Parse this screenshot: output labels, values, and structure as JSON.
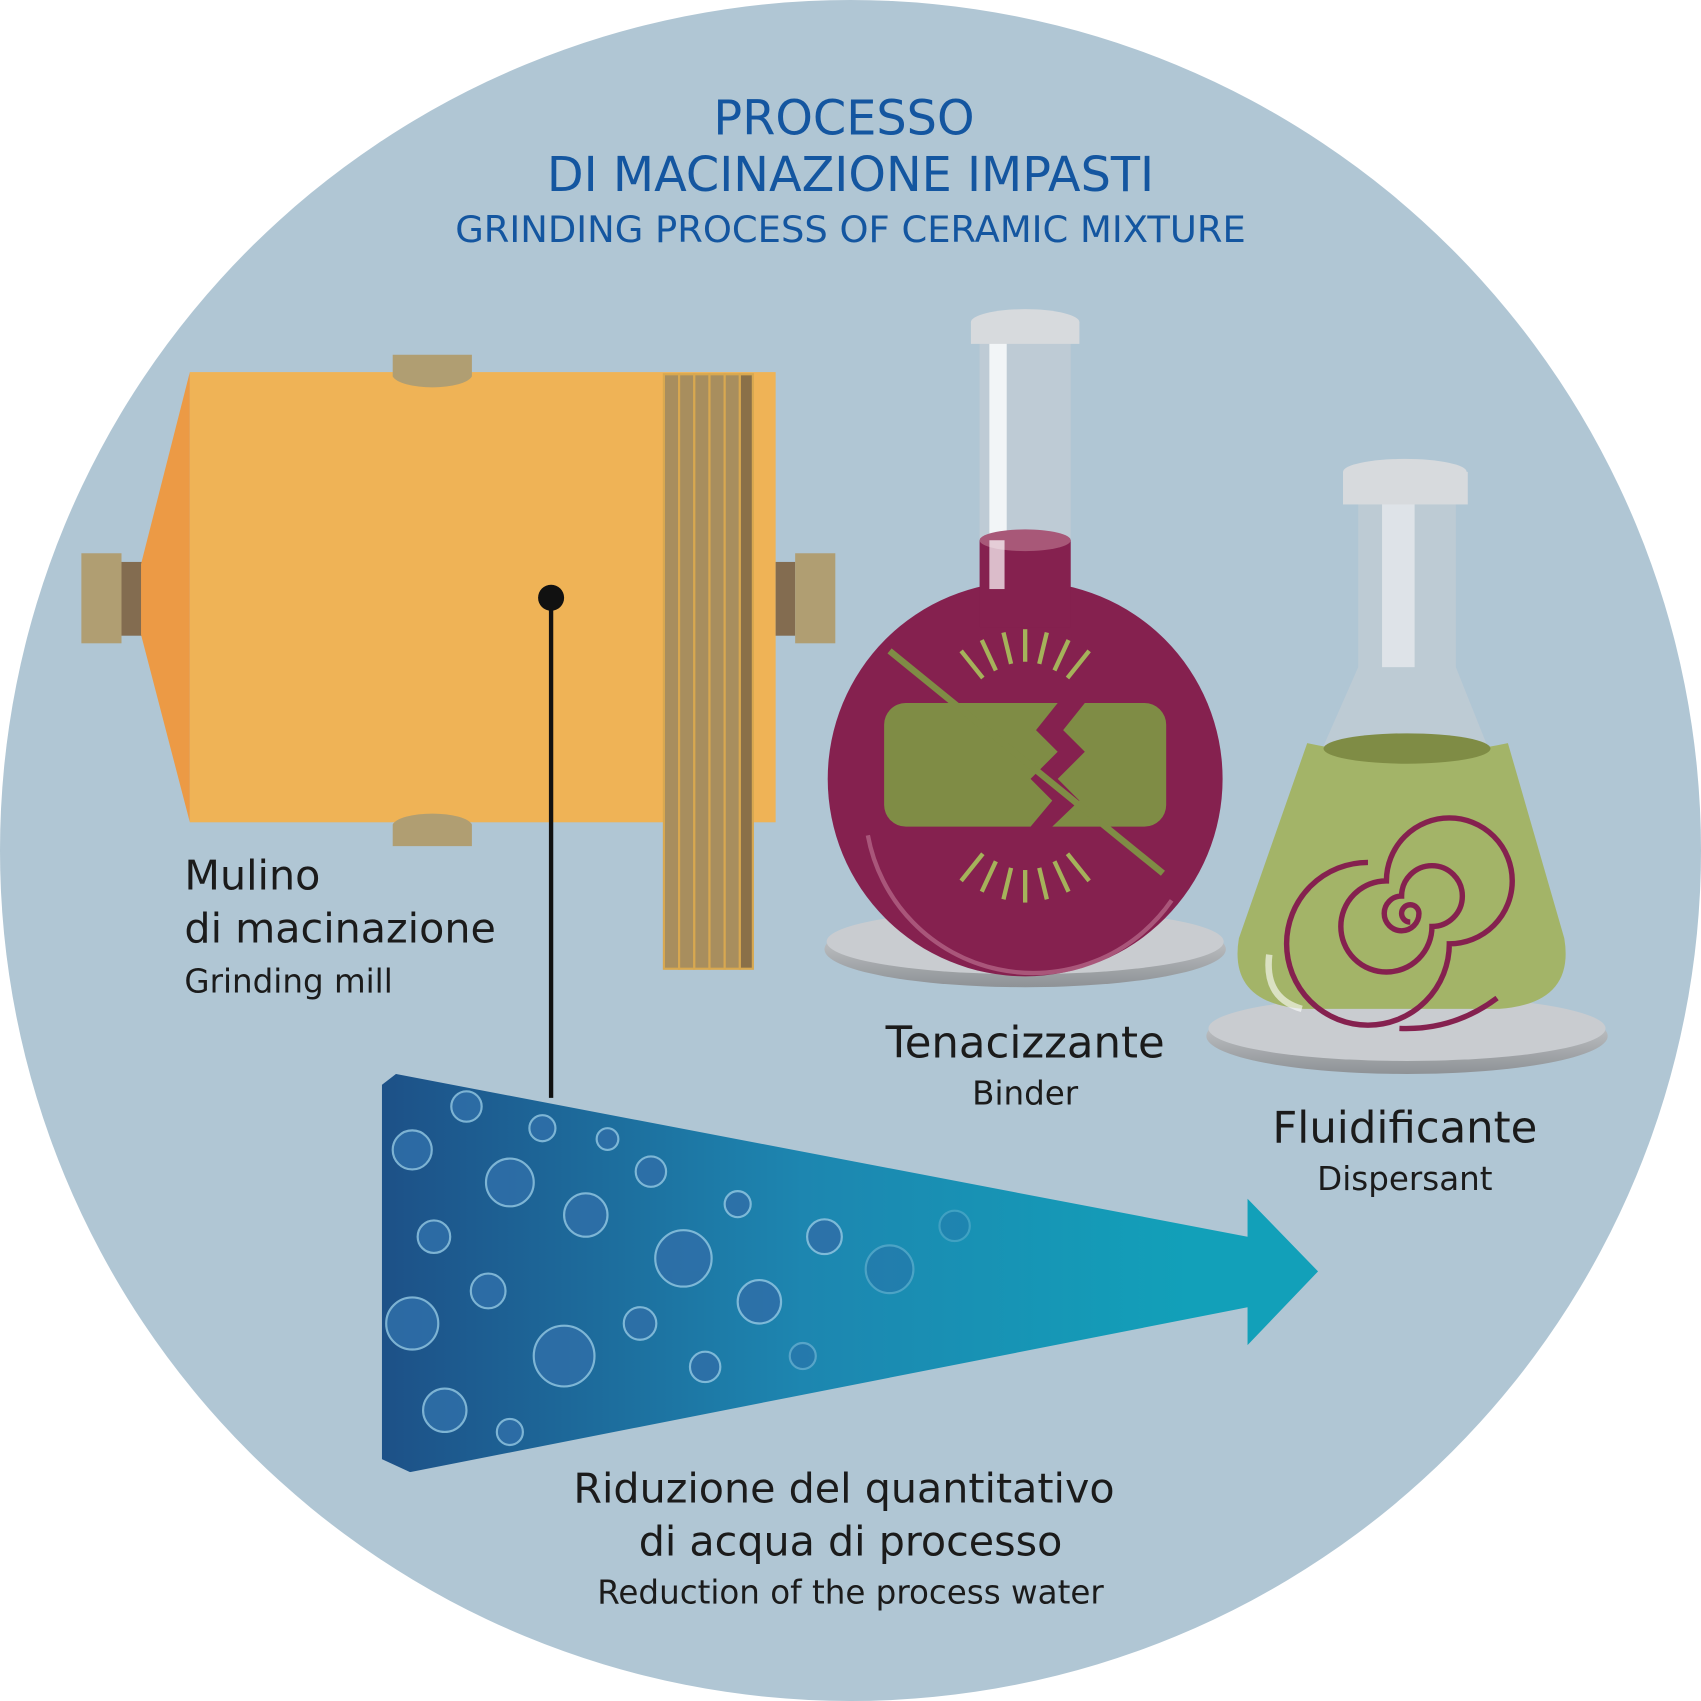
{
  "title": {
    "line1": "PROCESSO",
    "line2": "DI MACINAZIONE IMPASTI",
    "line3": "GRINDING PROCESS OF CERAMIC MIXTURE"
  },
  "mill": {
    "label_it_1": "Mulino",
    "label_it_2": "di macinazione",
    "label_en": "Grinding mill"
  },
  "binder": {
    "label_it": "Tenacizzante",
    "label_en": "Binder"
  },
  "dispersant": {
    "label_it": "Fluidificante",
    "label_en": "Dispersant"
  },
  "water": {
    "label_it_1": "Riduzione del quantitativo",
    "label_it_2": "di acqua di processo",
    "label_en": "Reduction of the process water"
  },
  "colors": {
    "circle": "#b0c6d4",
    "title": "#1456a0",
    "mill": "#efb356",
    "binder_flask": "#85214f",
    "dispersant_liquid": "#a3b468",
    "water": "#129fb8"
  }
}
